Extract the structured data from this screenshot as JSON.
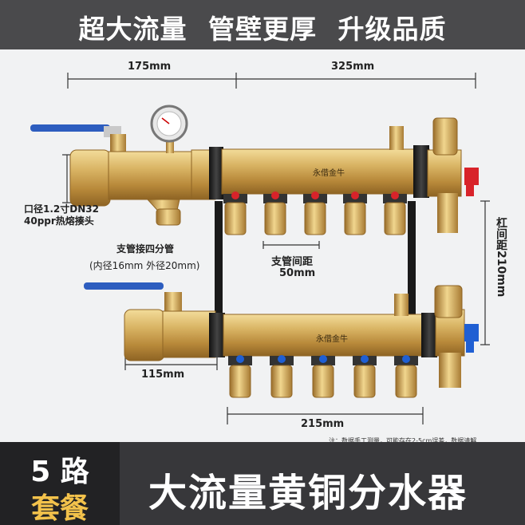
{
  "header": {
    "slogan": "超大流量  管壁更厚  升级品质"
  },
  "dimensions": {
    "inlet_length": "175mm",
    "body_length": "325mm",
    "lower_inlet_length": "115mm",
    "branch_span": "215mm",
    "bar_spacing": "杠间距210mm",
    "branch_pitch_label": "支管间距",
    "branch_pitch": "50mm"
  },
  "notes": {
    "inlet_line1": "口径1.2寸DN32",
    "inlet_line2": "40ppr热熔揍头",
    "branch_line1": "支管接四分管",
    "branch_line2": "(内径16mm  外径20mm)"
  },
  "product": {
    "brand_mark": "永借金牛"
  },
  "footnote": "注：数据手工测量，可能存在2-5cm误差，数据请解",
  "footer": {
    "badge_line1": "5 路",
    "badge_line2": "套餐",
    "title": "大流量黄铜分水器"
  },
  "colors": {
    "brass": "#d4ac57",
    "handle_blue": "#2d5dbf",
    "valve_red": "#d8232a",
    "valve_blue": "#1f5fd3",
    "badge_yellow": "#f3c24b"
  }
}
